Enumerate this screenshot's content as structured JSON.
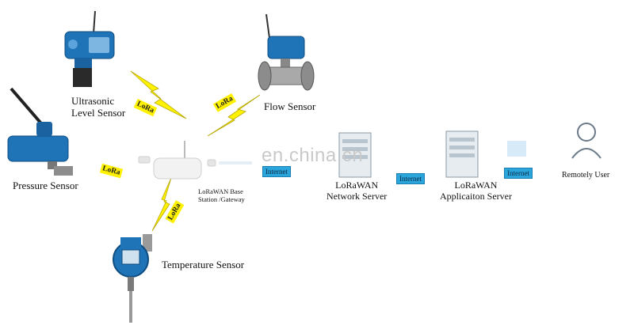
{
  "sensors": {
    "ultrasonic": "Ultrasonic\nLevel Sensor",
    "flow": "Flow Sensor",
    "pressure": "Pressure Sensor",
    "temperature": "Temperature Sensor"
  },
  "gateway": {
    "label": "LoRaWAN Base\nStation /Gateway"
  },
  "network_server": {
    "label": "LoRaWAN\nNetwork Server"
  },
  "application_server": {
    "label": "LoRaWAN\nApplicaiton Server"
  },
  "user": {
    "label": "Remotely User"
  },
  "link_labels": {
    "lora": "LoRa",
    "internet": "Internet"
  },
  "watermark": "en.china.cn",
  "colors": {
    "lora_tag": "#fff200",
    "lightning": "#fff200",
    "internet_tag": "#2aa6dc",
    "device_blue": "#1f73b7"
  }
}
